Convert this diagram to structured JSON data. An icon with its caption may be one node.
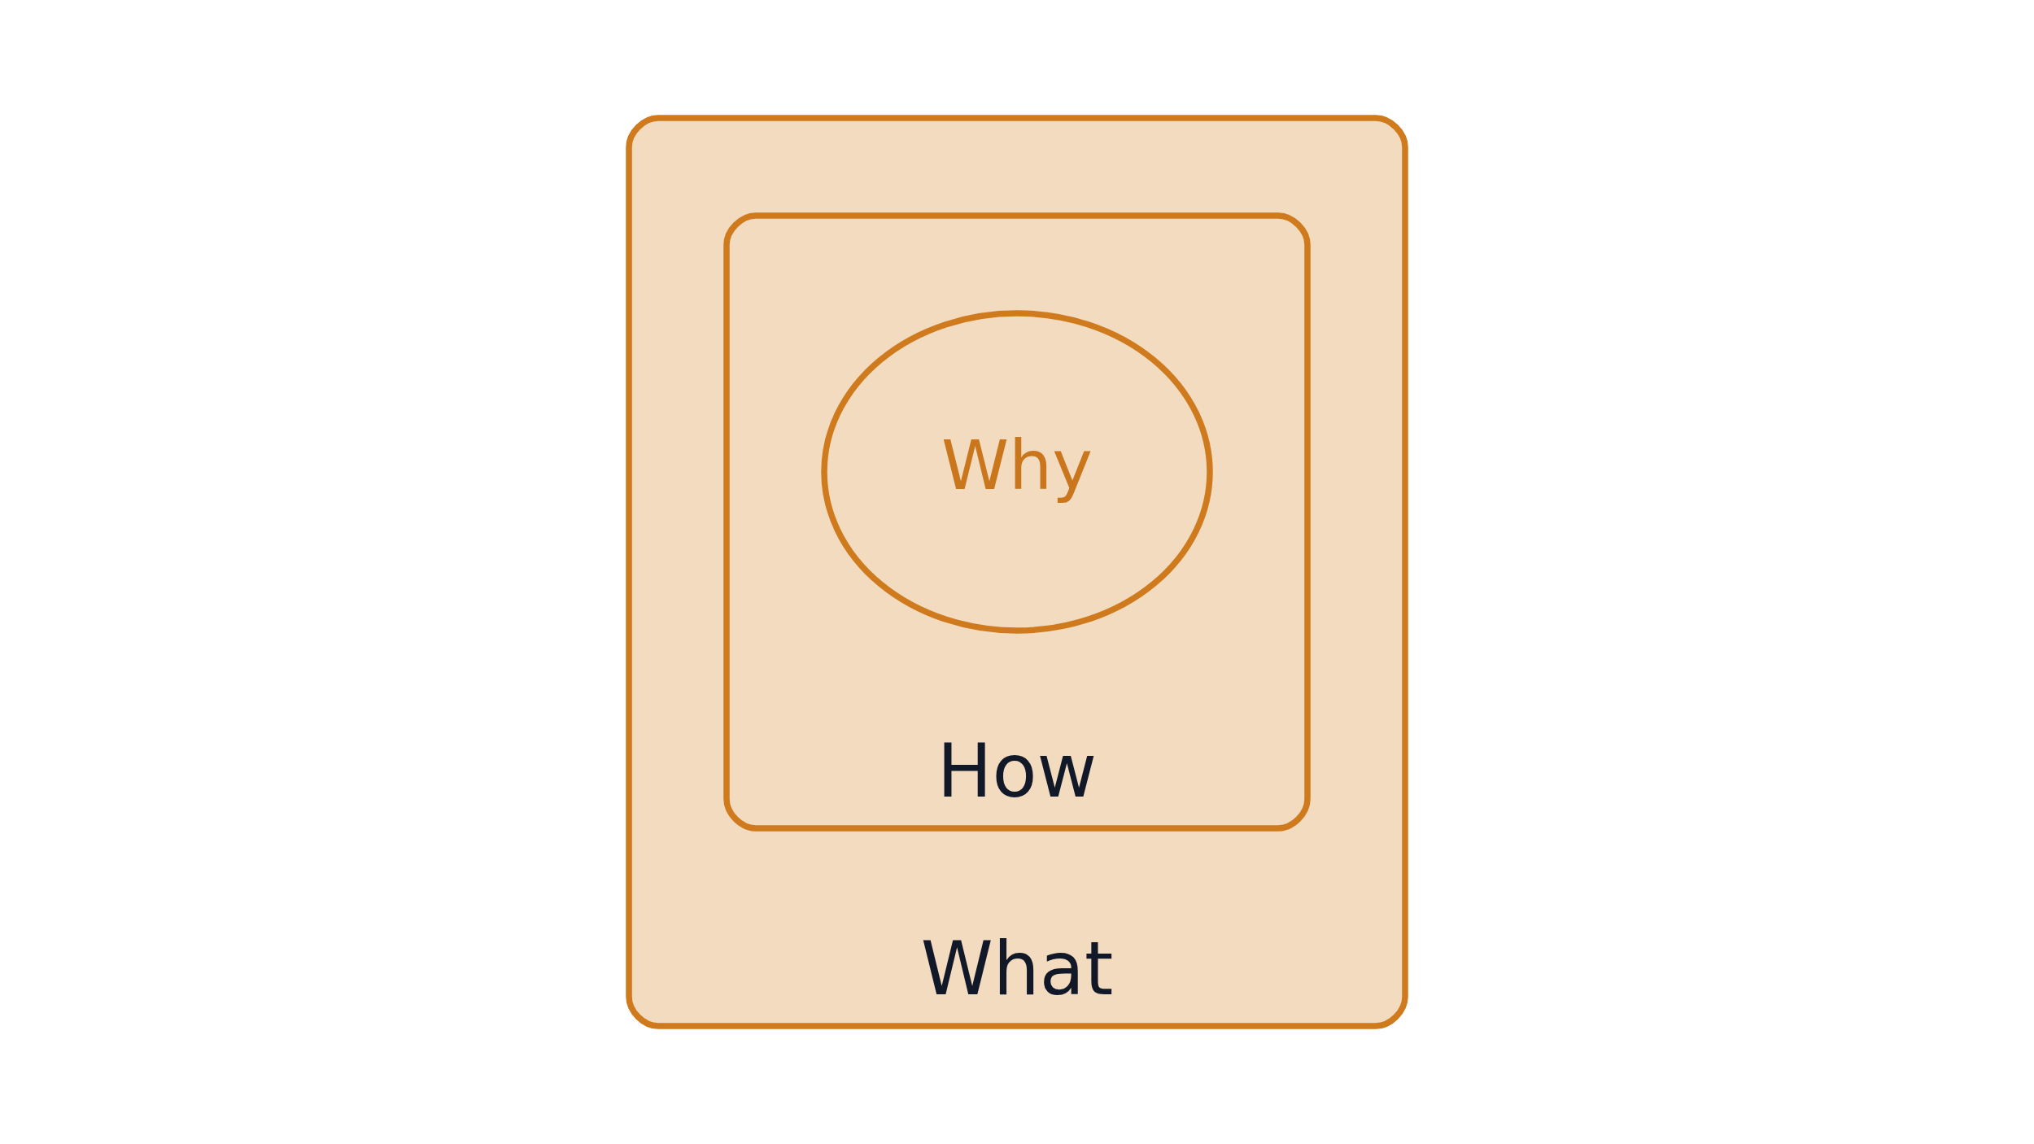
{
  "diagram": {
    "nodes": [
      {
        "text": [
          "What"
        ]
      },
      {
        "text": [
          "How"
        ],
        "in": 0
      },
      {
        "text": [
          "Why"
        ],
        "in": 1
      }
    ]
  }
}
